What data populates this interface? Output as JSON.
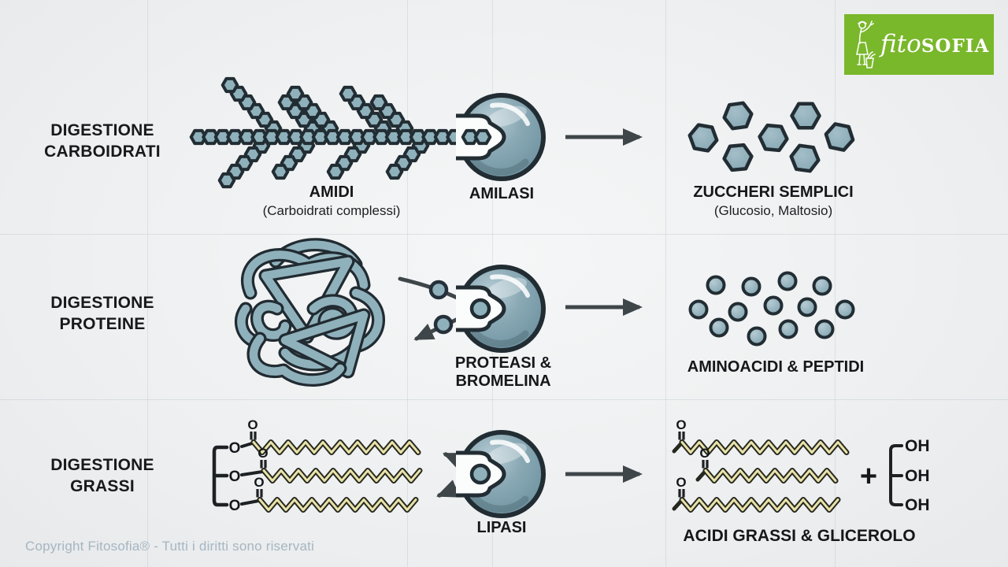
{
  "header": {
    "logo": {
      "script_text": "fito",
      "serif_text": "SOFIA",
      "bg_color": "#79b72b"
    }
  },
  "rows": {
    "carbs": {
      "title_line1": "DIGESTIONE",
      "title_line2": "CARBOIDRATI",
      "substrate": "AMIDI",
      "substrate_note": "(Carboidrati complessi)",
      "enzyme": "AMILASI",
      "product": "ZUCCHERI SEMPLICI",
      "product_note": "(Glucosio, Maltosio)"
    },
    "proteins": {
      "title_line1": "DIGESTIONE",
      "title_line2": "PROTEINE",
      "enzyme_line1": "PROTEASI &",
      "enzyme_line2": "BROMELINA",
      "product": "AMINOACIDI & PEPTIDI"
    },
    "fats": {
      "title_line1": "DIGESTIONE",
      "title_line2": "GRASSI",
      "enzyme": "LIPASI",
      "product": "ACIDI GRASSI & GLICEROLO"
    }
  },
  "chem": {
    "oxygen": "O",
    "hydroxyl": "OH",
    "plus": "+"
  },
  "footer": {
    "copyright": "Copyright Fitosofia® - Tutti i diritti sono riservati"
  },
  "colors": {
    "logo_green": "#79b72b",
    "molecule_fill": "#8fb1bc",
    "molecule_outline": "#222d33",
    "arrow": "#3f464a",
    "fat_chain_core": "#e9e2a9",
    "text": "#16191b",
    "copyright_text": "#a6b6c2"
  }
}
